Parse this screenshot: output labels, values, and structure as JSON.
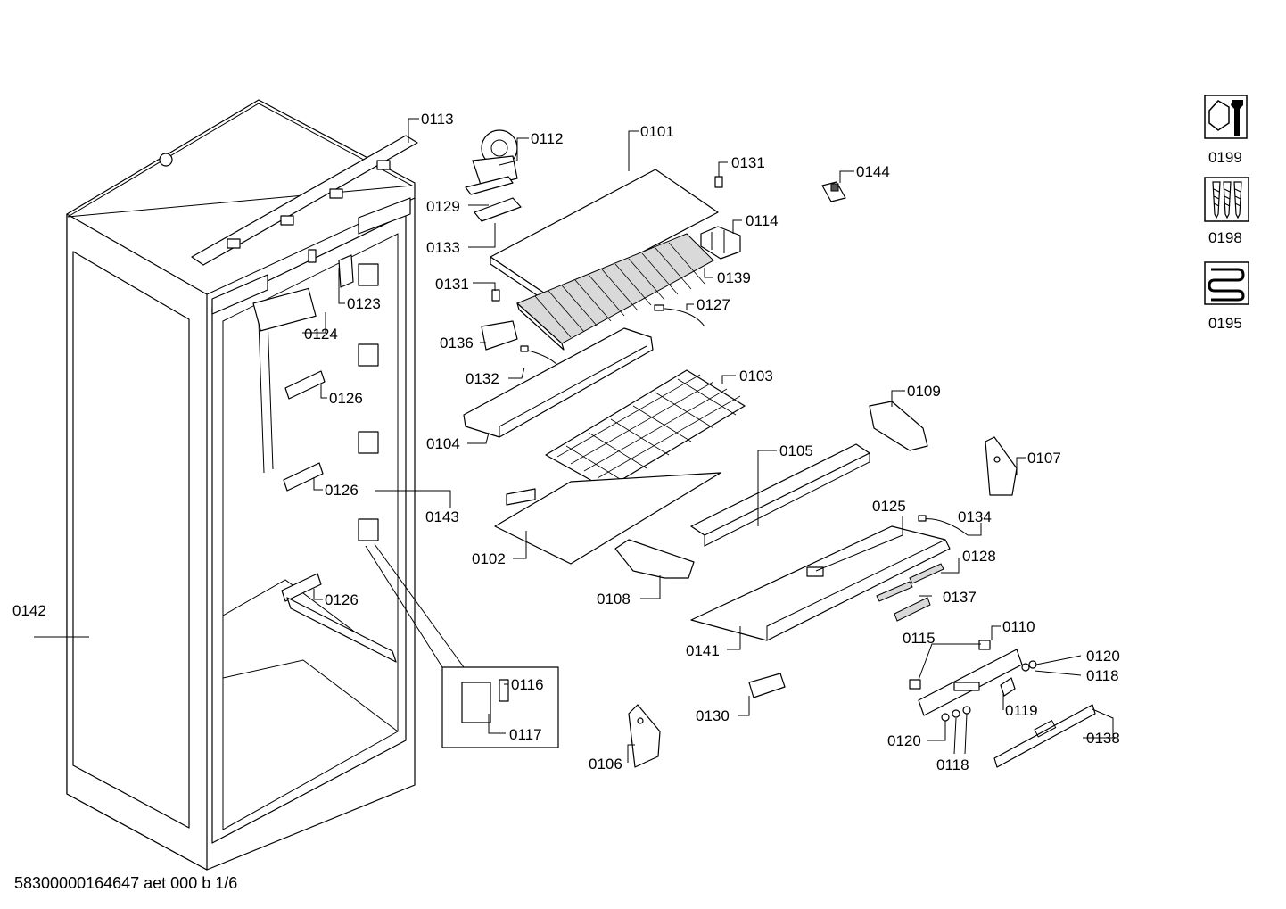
{
  "footer": {
    "document_code": "58300000164647 aet 000 b 1/6"
  },
  "callouts": {
    "c0113": "0113",
    "c0112": "0112",
    "c0101": "0101",
    "c0131a": "0131",
    "c0144": "0144",
    "c0129": "0129",
    "c0114": "0114",
    "c0133": "0133",
    "c0139": "0139",
    "c0131b": "0131",
    "c0123": "0123",
    "c0127": "0127",
    "c0124": "0124",
    "c0136": "0136",
    "c0132": "0132",
    "c0103": "0103",
    "c0126a": "0126",
    "c0109": "0109",
    "c0104": "0104",
    "c0105": "0105",
    "c0107": "0107",
    "c0126b": "0126",
    "c0143": "0143",
    "c0125": "0125",
    "c0134": "0134",
    "c0102": "0102",
    "c0128": "0128",
    "c0108": "0108",
    "c0137": "0137",
    "c0126c": "0126",
    "c0142": "0142",
    "c0110": "0110",
    "c0141": "0141",
    "c0115": "0115",
    "c0120a": "0120",
    "c0118a": "0118",
    "c0116": "0116",
    "c0130": "0130",
    "c0119": "0119",
    "c0117": "0117",
    "c0120b": "0120",
    "c0138": "0138",
    "c0106": "0106",
    "c0118b": "0118"
  },
  "accessories": [
    {
      "number": "0199",
      "icon": "nut-wrench-icon"
    },
    {
      "number": "0198",
      "icon": "screws-icon"
    },
    {
      "number": "0195",
      "icon": "heating-coil-icon"
    }
  ]
}
